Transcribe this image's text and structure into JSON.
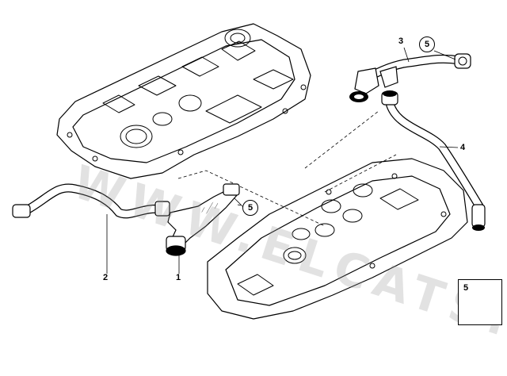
{
  "callouts": {
    "p1": "1",
    "p2": "2",
    "p3": "3",
    "p4": "4",
    "p5a": "5",
    "p5b": "5"
  },
  "legend": {
    "item": "5"
  },
  "watermark": "WWW.ELCATS.RU",
  "colors": {
    "line": "#000000",
    "fill": "#ffffff",
    "shade": "#cfcfcf",
    "watermark": "#969696"
  }
}
